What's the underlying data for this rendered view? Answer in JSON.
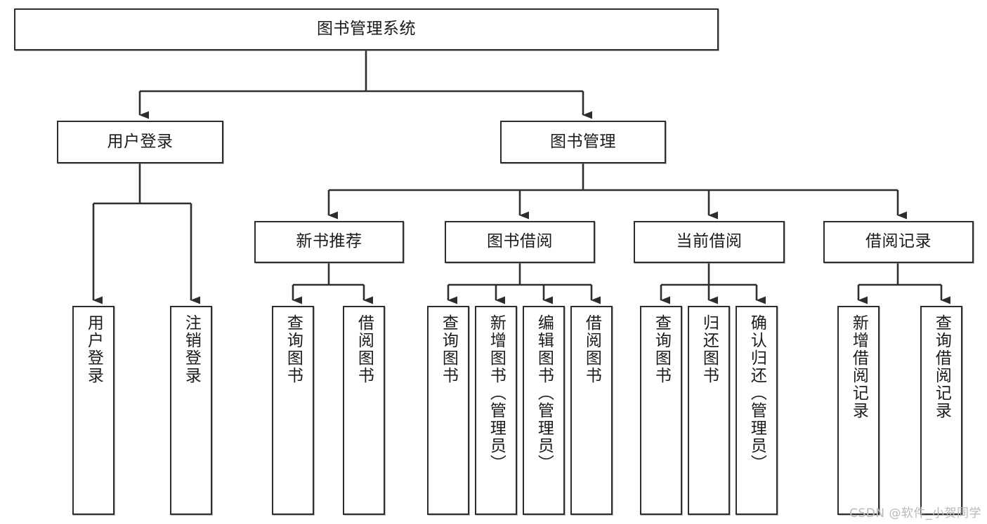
{
  "diagram": {
    "title": "图书管理系统",
    "watermark": "CSDN @软件_小贺同学",
    "colors": {
      "box_border": "#2e2e2e",
      "box_fill": "#ffffff",
      "edge": "#2e2e2e",
      "text": "#1b1b1b",
      "watermark": "#b9b9b9",
      "background": "#ffffff"
    },
    "nodes": {
      "root": {
        "label": "图书管理系统"
      },
      "level2": [
        {
          "id": "user-login",
          "label": "用户登录"
        },
        {
          "id": "book-manage",
          "label": "图书管理"
        }
      ],
      "level3": [
        {
          "id": "new-book-recommend",
          "label": "新书推荐"
        },
        {
          "id": "book-borrow",
          "label": "图书借阅"
        },
        {
          "id": "current-borrow",
          "label": "当前借阅"
        },
        {
          "id": "borrow-record",
          "label": "借阅记录"
        }
      ],
      "leaves": {
        "user_login": [
          {
            "id": "leaf-user-login",
            "label": "用户登录"
          },
          {
            "id": "leaf-user-logout",
            "label": "注销登录"
          }
        ],
        "new_book_recommend": [
          {
            "id": "leaf-query-book-1",
            "label": "查询图书"
          },
          {
            "id": "leaf-borrow-book-1",
            "label": "借阅图书"
          }
        ],
        "book_borrow": [
          {
            "id": "leaf-query-book-2",
            "label": "查询图书"
          },
          {
            "id": "leaf-add-book",
            "label": "新增图书（管理员）"
          },
          {
            "id": "leaf-edit-book",
            "label": "编辑图书（管理员）"
          },
          {
            "id": "leaf-borrow-book-2",
            "label": "借阅图书"
          }
        ],
        "current_borrow": [
          {
            "id": "leaf-query-book-3",
            "label": "查询图书"
          },
          {
            "id": "leaf-return-book",
            "label": "归还图书"
          },
          {
            "id": "leaf-confirm-return",
            "label": "确认归还（管理员）"
          }
        ],
        "borrow_record": [
          {
            "id": "leaf-add-record",
            "label": "新增借阅记录"
          },
          {
            "id": "leaf-query-record",
            "label": "查询借阅记录"
          }
        ]
      }
    }
  }
}
